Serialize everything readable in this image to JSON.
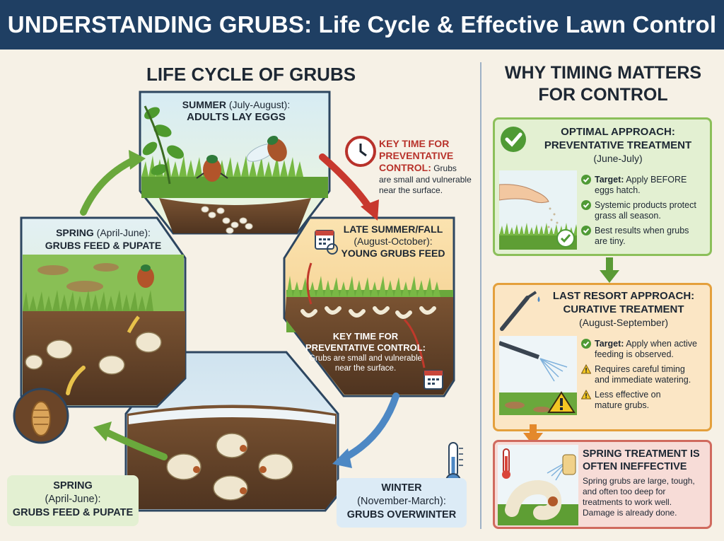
{
  "header": {
    "title_caps": "UNDERSTANDING GRUBS:",
    "title_rest": " Life Cycle & Effective Lawn Control"
  },
  "life_cycle": {
    "title": "LIFE CYCLE OF GRUBS",
    "summer": {
      "season": "SUMMER",
      "months": " (July-August):",
      "stage": "ADULTS LAY EGGS"
    },
    "key_time": {
      "heading_1": "KEY TIME FOR",
      "heading_2": "PREVENTATIVE",
      "heading_3": "CONTROL:",
      "text_1": " Grubs",
      "text_2": "are small and vulnerable",
      "text_3": "near the surface."
    },
    "late_summer": {
      "season": "LATE SUMMER/FALL",
      "months": "(August-October):",
      "stage": "YOUNG GRUBS FEED"
    },
    "late_key": {
      "heading_1": "KEY TIME FOR",
      "heading_2": "PREVENTATIVE CONTROL:",
      "text_1": "Grubs are small and vulnerable",
      "text_2": "near the surface."
    },
    "spring_top": {
      "season": "SPRING",
      "months": " (April-June):",
      "stage": "GRUBS FEED & PUPATE"
    },
    "spring_bottom": {
      "season": "SPRING",
      "months": "(April-June):",
      "stage": "GRUBS FEED & PUPATE"
    },
    "winter": {
      "season": "WINTER",
      "months": "(November-March):",
      "stage": "GRUBS OVERWINTER"
    }
  },
  "timing": {
    "title_1": "WHY TIMING MATTERS",
    "title_2": "FOR CONTROL",
    "optimal": {
      "heading_1": "OPTIMAL APPROACH:",
      "heading_2": "PREVENTATIVE TREATMENT",
      "months": "(June-July)",
      "bullets": [
        [
          "Target:",
          " Apply BEFORE",
          "eggs hatch."
        ],
        [
          "",
          "Systemic products protect",
          "grass all season."
        ],
        [
          "",
          "Best results when grubs",
          "are tiny."
        ]
      ]
    },
    "last_resort": {
      "heading_1": "LAST RESORT APPROACH:",
      "heading_2": "CURATIVE TREATMENT",
      "months": "(August-September)",
      "bullets": [
        [
          "Target:",
          " Apply when active",
          "feeding is observed."
        ],
        [
          "",
          "Requires careful timing",
          "and immediate watering."
        ],
        [
          "",
          "Less effective on",
          "mature grubs."
        ]
      ]
    },
    "spring_treatment": {
      "heading_1": "SPRING TREATMENT IS",
      "heading_2": "OFTEN INEFFECTIVE",
      "lines": [
        "Spring grubs are large, tough,",
        "and often too deep for",
        "treatments to work well.",
        "Damage is already done."
      ]
    }
  },
  "colors": {
    "header": "#1f3f63",
    "accent_red": "#b8322b",
    "green": "#5a9a35",
    "orange": "#e4a03c",
    "blue": "#4d88c4"
  }
}
